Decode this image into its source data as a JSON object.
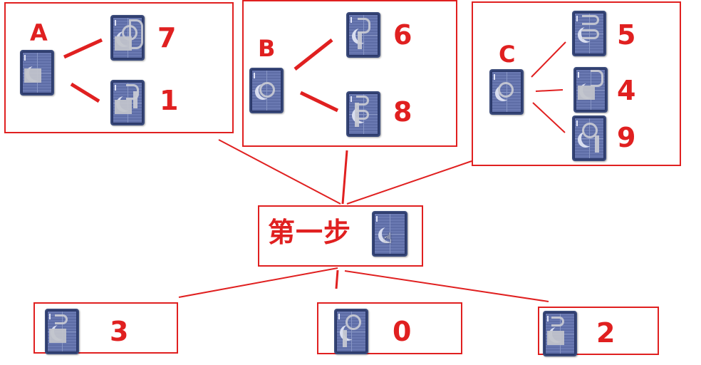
{
  "colors": {
    "accent": "#e02020",
    "card_back": "#5e6da6"
  },
  "step": {
    "label": "第一步"
  },
  "groups": {
    "a": {
      "letter": "A",
      "top_number": "7",
      "bottom_number": "1"
    },
    "b": {
      "letter": "B",
      "top_number": "6",
      "bottom_number": "8"
    },
    "c": {
      "letter": "C",
      "top_number": "5",
      "middle_number": "4",
      "bottom_number": "9"
    }
  },
  "outcomes": {
    "left": "3",
    "middle": "0",
    "right": "2"
  },
  "icons": {
    "card": "playing-card-back-icon",
    "cursor": "hand-pointer-icon"
  }
}
